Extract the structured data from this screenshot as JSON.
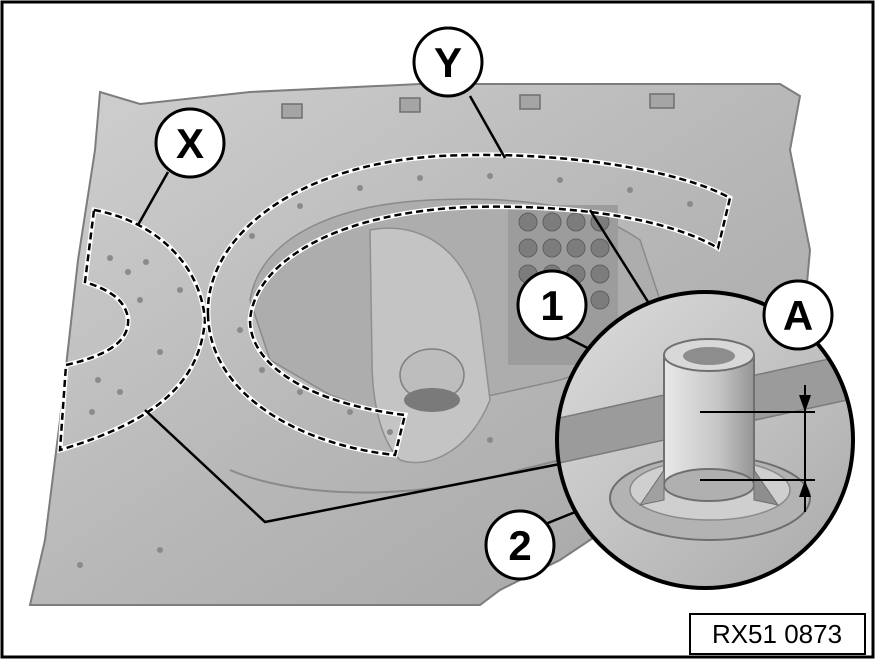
{
  "figure": {
    "callouts": {
      "x": "X",
      "y": "Y",
      "one": "1",
      "two": "2",
      "a": "A"
    },
    "reference_code": "RX51 0873"
  },
  "colors": {
    "panel_fill": "#b9b9b9",
    "panel_shadow": "#8e8e8e",
    "background": "#ffffff",
    "outline": "#000000"
  }
}
